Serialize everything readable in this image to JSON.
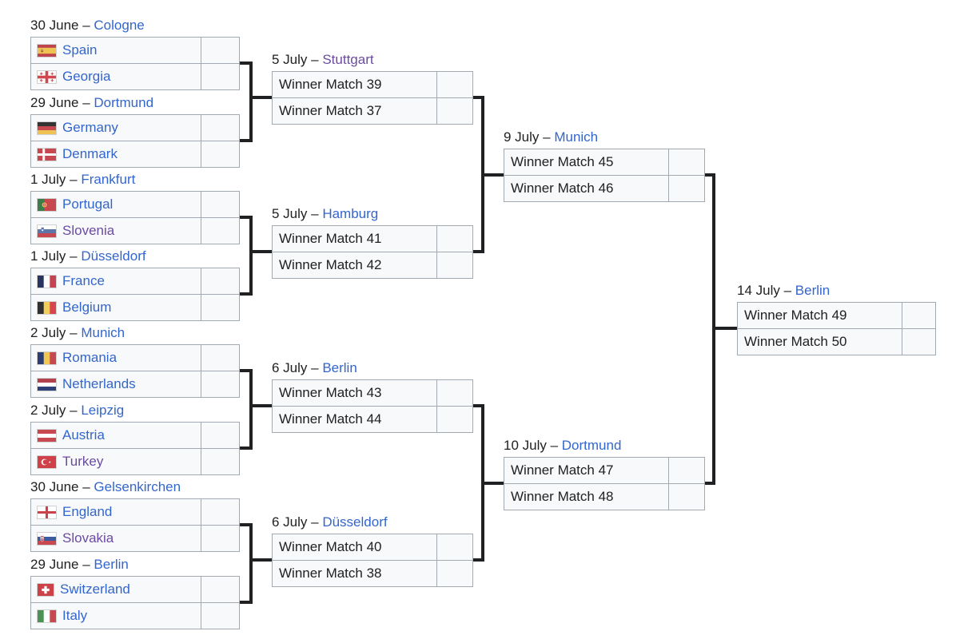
{
  "labels": {
    "sep": " – "
  },
  "colors": {
    "page_bg": "#ffffff",
    "text": "#202122",
    "link": "#3366cc",
    "link_visited": "#6b4ba1",
    "box_bg": "#f8f9fa",
    "box_border": "#a2a9b1",
    "connector": "#202122"
  },
  "rounds": {
    "round_of_16": {
      "matches": [
        {
          "date": "30 June",
          "city": "Cologne",
          "city_visited": false,
          "home": {
            "label": "Spain",
            "flag": "spain-flag-icon",
            "visited": false,
            "score": ""
          },
          "away": {
            "label": "Georgia",
            "flag": "georgia-flag-icon",
            "visited": false,
            "score": ""
          }
        },
        {
          "date": "29 June",
          "city": "Dortmund",
          "city_visited": false,
          "home": {
            "label": "Germany",
            "flag": "germany-flag-icon",
            "visited": false,
            "score": ""
          },
          "away": {
            "label": "Denmark",
            "flag": "denmark-flag-icon",
            "visited": false,
            "score": ""
          }
        },
        {
          "date": "1 July",
          "city": "Frankfurt",
          "city_visited": false,
          "home": {
            "label": "Portugal",
            "flag": "portugal-flag-icon",
            "visited": false,
            "score": ""
          },
          "away": {
            "label": "Slovenia",
            "flag": "slovenia-flag-icon",
            "visited": true,
            "score": ""
          }
        },
        {
          "date": "1 July",
          "city": "Düsseldorf",
          "city_visited": false,
          "home": {
            "label": "France",
            "flag": "france-flag-icon",
            "visited": false,
            "score": ""
          },
          "away": {
            "label": "Belgium",
            "flag": "belgium-flag-icon",
            "visited": false,
            "score": ""
          }
        },
        {
          "date": "2 July",
          "city": "Munich",
          "city_visited": false,
          "home": {
            "label": "Romania",
            "flag": "romania-flag-icon",
            "visited": false,
            "score": ""
          },
          "away": {
            "label": "Netherlands",
            "flag": "netherlands-flag-icon",
            "visited": false,
            "score": ""
          }
        },
        {
          "date": "2 July",
          "city": "Leipzig",
          "city_visited": false,
          "home": {
            "label": "Austria",
            "flag": "austria-flag-icon",
            "visited": false,
            "score": ""
          },
          "away": {
            "label": "Turkey",
            "flag": "turkey-flag-icon",
            "visited": true,
            "score": ""
          }
        },
        {
          "date": "30 June",
          "city": "Gelsenkirchen",
          "city_visited": false,
          "home": {
            "label": "England",
            "flag": "england-flag-icon",
            "visited": false,
            "score": ""
          },
          "away": {
            "label": "Slovakia",
            "flag": "slovakia-flag-icon",
            "visited": true,
            "score": ""
          }
        },
        {
          "date": "29 June",
          "city": "Berlin",
          "city_visited": false,
          "home": {
            "label": "Switzerland",
            "flag": "switzerland-flag-icon",
            "visited": false,
            "score": ""
          },
          "away": {
            "label": "Italy",
            "flag": "italy-flag-icon",
            "visited": false,
            "score": ""
          }
        }
      ]
    },
    "quarterfinals": {
      "matches": [
        {
          "date": "5 July",
          "city": "Stuttgart",
          "city_visited": true,
          "home": {
            "label": "Winner Match 39",
            "flag": null,
            "score": ""
          },
          "away": {
            "label": "Winner Match 37",
            "flag": null,
            "score": ""
          }
        },
        {
          "date": "5 July",
          "city": "Hamburg",
          "city_visited": false,
          "home": {
            "label": "Winner Match 41",
            "flag": null,
            "score": ""
          },
          "away": {
            "label": "Winner Match 42",
            "flag": null,
            "score": ""
          }
        },
        {
          "date": "6 July",
          "city": "Berlin",
          "city_visited": false,
          "home": {
            "label": "Winner Match 43",
            "flag": null,
            "score": ""
          },
          "away": {
            "label": "Winner Match 44",
            "flag": null,
            "score": ""
          }
        },
        {
          "date": "6 July",
          "city": "Düsseldorf",
          "city_visited": false,
          "home": {
            "label": "Winner Match 40",
            "flag": null,
            "score": ""
          },
          "away": {
            "label": "Winner Match 38",
            "flag": null,
            "score": ""
          }
        }
      ]
    },
    "semifinals": {
      "matches": [
        {
          "date": "9 July",
          "city": "Munich",
          "city_visited": false,
          "home": {
            "label": "Winner Match 45",
            "flag": null,
            "score": ""
          },
          "away": {
            "label": "Winner Match 46",
            "flag": null,
            "score": ""
          }
        },
        {
          "date": "10 July",
          "city": "Dortmund",
          "city_visited": false,
          "home": {
            "label": "Winner Match 47",
            "flag": null,
            "score": ""
          },
          "away": {
            "label": "Winner Match 48",
            "flag": null,
            "score": ""
          }
        }
      ]
    },
    "final": {
      "matches": [
        {
          "date": "14 July",
          "city": "Berlin",
          "city_visited": false,
          "home": {
            "label": "Winner Match 49",
            "flag": null,
            "score": ""
          },
          "away": {
            "label": "Winner Match 50",
            "flag": null,
            "score": ""
          }
        }
      ]
    }
  }
}
